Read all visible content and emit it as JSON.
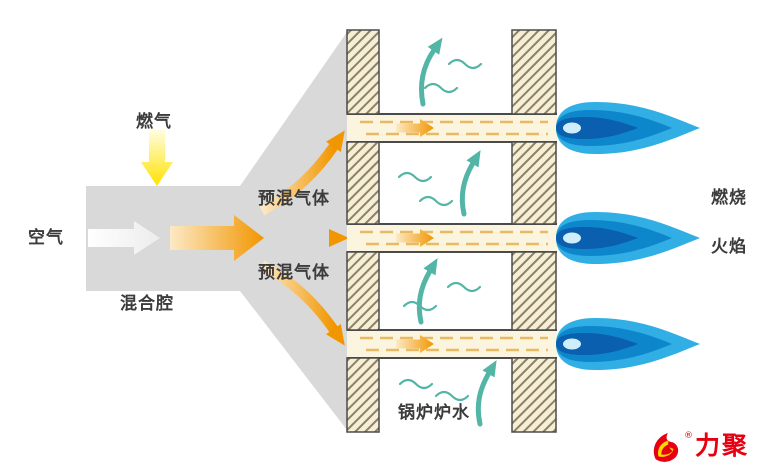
{
  "labels": {
    "gas": "燃气",
    "air": "空气",
    "mixing_chamber": "混合腔",
    "premixed_gas_top": "预混气体",
    "premixed_gas_bottom": "预混气体",
    "combustion_flame_line1": "燃烧",
    "combustion_flame_line2": "火焰",
    "boiler_water": "锅炉炉水"
  },
  "logo": {
    "brand": "力聚",
    "registered": "®"
  },
  "colors": {
    "gas_arrow_yellow": "#ffe200",
    "air_arrow_white": "#ffffff",
    "premix_orange": "#f29600",
    "chamber_gray": "#d9d9d9",
    "wall_hatch_line": "#8e8061",
    "wall_bg": "#f6efd8",
    "tube_bg": "#fbf5e0",
    "flame_outer_blue": "#31afe5",
    "flame_mid_blue": "#0e86cc",
    "flame_core_blue": "#0a5fae",
    "water_teal": "#52b5a6",
    "brand_red": "#e60012"
  }
}
